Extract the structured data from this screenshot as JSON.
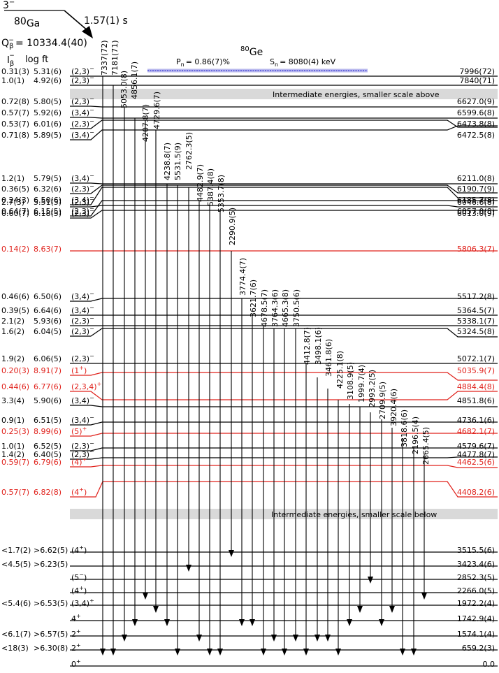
{
  "parent": {
    "spin": "3",
    "spin_sup": "−",
    "nucleus_mass": "80",
    "nucleus_symbol": "Ga",
    "halflife": "1.57(1) s",
    "q_label": "Q",
    "q_sub": "β",
    "q_sup": "−",
    "q_value": "= 10334.4(40)"
  },
  "daughter": {
    "mass": "80",
    "symbol": "Ge",
    "pn_label": "P",
    "pn_sub": "n",
    "pn_value": "= 0.86(7)%",
    "sn_label": "S",
    "sn_sub": "n",
    "sn_value": "= 8080(4) keV"
  },
  "columns": {
    "ib_label": "I",
    "ib_sub": "β",
    "ib_sup": "−",
    "logft": "log ft"
  },
  "separators": {
    "top": "Intermediate energies, smaller scale above",
    "bottom": "Intermediate energies, smaller scale below"
  },
  "colors": {
    "normal": "#000000",
    "highlight": "#e0201a",
    "band": "#d9d9d9",
    "sn_line": "#3b3bd6",
    "sn_glow": "#b8b8ee"
  },
  "levels": [
    {
      "energy": "7996(72)",
      "ib": "0.31(3)",
      "logft": "5.31(6)",
      "jp": "(2,3)",
      "jp_sup": "−",
      "red": false
    },
    {
      "energy": "7840(71)",
      "ib": "1.0(1)",
      "logft": "4.92(6)",
      "jp": "(2,3)",
      "jp_sup": "−",
      "red": false
    },
    {
      "energy": "6627.0(9)",
      "ib": "0.72(8)",
      "logft": "5.80(5)",
      "jp": "(2,3)",
      "jp_sup": "−",
      "red": false
    },
    {
      "energy": "6599.6(8)",
      "ib": "0.57(7)",
      "logft": "5.92(6)",
      "jp": "(3,4)",
      "jp_sup": "−",
      "red": false
    },
    {
      "energy": "6473.8(8)",
      "ib": "0.53(7)",
      "logft": "6.01(6)",
      "jp": "(2,3)",
      "jp_sup": "−",
      "red": false
    },
    {
      "energy": "6472.5(8)",
      "ib": "0.71(8)",
      "logft": "5.89(5)",
      "jp": "(3,4)",
      "jp_sup": "−",
      "red": false
    },
    {
      "energy": "6211.0(8)",
      "ib": "1.2(1)",
      "logft": "5.79(5)",
      "jp": "(3,4)",
      "jp_sup": "−",
      "red": false
    },
    {
      "energy": "6190.7(9)",
      "ib": "0.36(5)",
      "logft": "6.32(6)",
      "jp": "(2,3)",
      "jp_sup": "−",
      "red": false
    },
    {
      "energy": "6185.7(8)",
      "ib": "0.24(3)",
      "logft": "6.50(6)",
      "jp": "(3,4)",
      "jp_sup": "−",
      "red": false
    },
    {
      "energy": "6057.0(8)",
      "ib": "0.64(7)",
      "logft": "6.15(5)",
      "jp": "(2,3)",
      "jp_sup": "−",
      "red": false
    },
    {
      "energy": "6046.6(8)",
      "ib": "2.7(3)",
      "logft": "5.51(5)",
      "jp": "(2,3)",
      "jp_sup": "−",
      "red": false
    },
    {
      "energy": "6013.0(9)",
      "ib": "0.60(7)",
      "logft": "6.18(5)",
      "jp": "(2,3)",
      "jp_sup": "−",
      "red": false
    },
    {
      "energy": "5806.3(7)",
      "ib": "0.14(2)",
      "logft": "8.63(7)",
      "jp": "",
      "jp_sup": "",
      "red": true
    },
    {
      "energy": "5517.2(8)",
      "ib": "0.46(6)",
      "logft": "6.50(6)",
      "jp": "(3,4)",
      "jp_sup": "−",
      "red": false
    },
    {
      "energy": "5364.5(7)",
      "ib": "0.39(5)",
      "logft": "6.64(6)",
      "jp": "(3,4)",
      "jp_sup": "−",
      "red": false
    },
    {
      "energy": "5338.1(7)",
      "ib": "2.1(2)",
      "logft": "5.93(6)",
      "jp": "(2,3)",
      "jp_sup": "−",
      "red": false
    },
    {
      "energy": "5324.5(8)",
      "ib": "1.6(2)",
      "logft": "6.04(5)",
      "jp": "(2,3)",
      "jp_sup": "−",
      "red": false
    },
    {
      "energy": "5072.1(7)",
      "ib": "1.9(2)",
      "logft": "6.06(5)",
      "jp": "(2,3)",
      "jp_sup": "−",
      "red": false
    },
    {
      "energy": "5035.9(7)",
      "ib": "0.20(3)",
      "logft": "8.91(7)",
      "jp": "(1",
      "jp_sup": "+",
      "jp_post": ")",
      "red": true
    },
    {
      "energy": "4884.4(8)",
      "ib": "0.44(6)",
      "logft": "6.77(6)",
      "jp": "(2,3,4)",
      "jp_sup": "+",
      "red": true
    },
    {
      "energy": "4851.8(6)",
      "ib": "3.3(4)",
      "logft": "5.90(6)",
      "jp": "(3,4)",
      "jp_sup": "−",
      "red": false
    },
    {
      "energy": "4736.1(6)",
      "ib": "0.9(1)",
      "logft": "6.51(5)",
      "jp": "(3,4)",
      "jp_sup": "−",
      "red": false
    },
    {
      "energy": "4682.1(7)",
      "ib": "0.25(3)",
      "logft": "8.99(6)",
      "jp": "(5)",
      "jp_sup": "+",
      "red": true
    },
    {
      "energy": "4579.6(7)",
      "ib": "1.0(1)",
      "logft": "6.52(5)",
      "jp": "(2,3)",
      "jp_sup": "−",
      "red": false
    },
    {
      "energy": "4477.8(7)",
      "ib": "1.4(2)",
      "logft": "6.40(5)",
      "jp": "(2,3)",
      "jp_sup": "−",
      "red": false
    },
    {
      "energy": "4462.5(6)",
      "ib": "0.59(7)",
      "logft": "6.79(6)",
      "jp": "(4)",
      "jp_sup": "+",
      "red": true
    },
    {
      "energy": "4408.2(6)",
      "ib": "0.57(7)",
      "logft": "6.82(8)",
      "jp": "(4",
      "jp_sup": "+",
      "jp_post": ")",
      "red": true
    },
    {
      "energy": "3515.5(6)",
      "ib": "<1.7(2)",
      "logft": ">6.62(5)",
      "jp": "(4",
      "jp_sup": "+",
      "jp_post": ")",
      "red": false
    },
    {
      "energy": "3423.4(6)",
      "ib": "<4.5(5)",
      "logft": ">6.23(5)",
      "jp": "",
      "jp_sup": "",
      "red": false
    },
    {
      "energy": "2852.3(5)",
      "ib": "",
      "logft": "",
      "jp": "(5",
      "jp_sup": "−",
      "jp_post": ")",
      "red": false
    },
    {
      "energy": "2266.0(5)",
      "ib": "",
      "logft": "",
      "jp": "(4",
      "jp_sup": "+",
      "jp_post": ")",
      "red": false
    },
    {
      "energy": "1972.2(4)",
      "ib": "<5.4(6)",
      "logft": ">6.53(5)",
      "jp": "(3,4)",
      "jp_sup": "+",
      "red": false
    },
    {
      "energy": "1742.9(4)",
      "ib": "",
      "logft": "",
      "jp": "4",
      "jp_sup": "+",
      "red": false
    },
    {
      "energy": "1574.1(4)",
      "ib": "<6.1(7)",
      "logft": ">6.57(5)",
      "jp": "2",
      "jp_sup": "+",
      "red": false
    },
    {
      "energy": "659.2(3)",
      "ib": "<18(3)",
      "logft": ">6.30(8)",
      "jp": "2",
      "jp_sup": "+",
      "red": false
    },
    {
      "energy": "0.0",
      "ib": "",
      "logft": "",
      "jp": "0",
      "jp_sup": "+",
      "red": false
    }
  ],
  "gammas": [
    "7337(72)",
    "7181(71)",
    "5053.0(8)",
    "4856.1(7)",
    "4207.8(7)",
    "4729.6(7)",
    "4238.8(7)",
    "5531.5(9)",
    "2762.3(5)",
    "4482.9(7)",
    "5387.4(8)",
    "5353.7(8)",
    "2290.9(5)",
    "3774.4(7)",
    "3621.7(6)",
    "4678.5(7)",
    "3764.3(6)",
    "4665.3(8)",
    "3750.5(6)",
    "4412.8(7)",
    "3498.1(6)",
    "3461.8(6)",
    "4225.1(8)",
    "3108.9(5)",
    "1999.7(4)",
    "2993.2(5)",
    "2709.9(5)",
    "3920.4(6)",
    "3818.6(6)",
    "2196.5(4)",
    "2665.4(5)"
  ]
}
